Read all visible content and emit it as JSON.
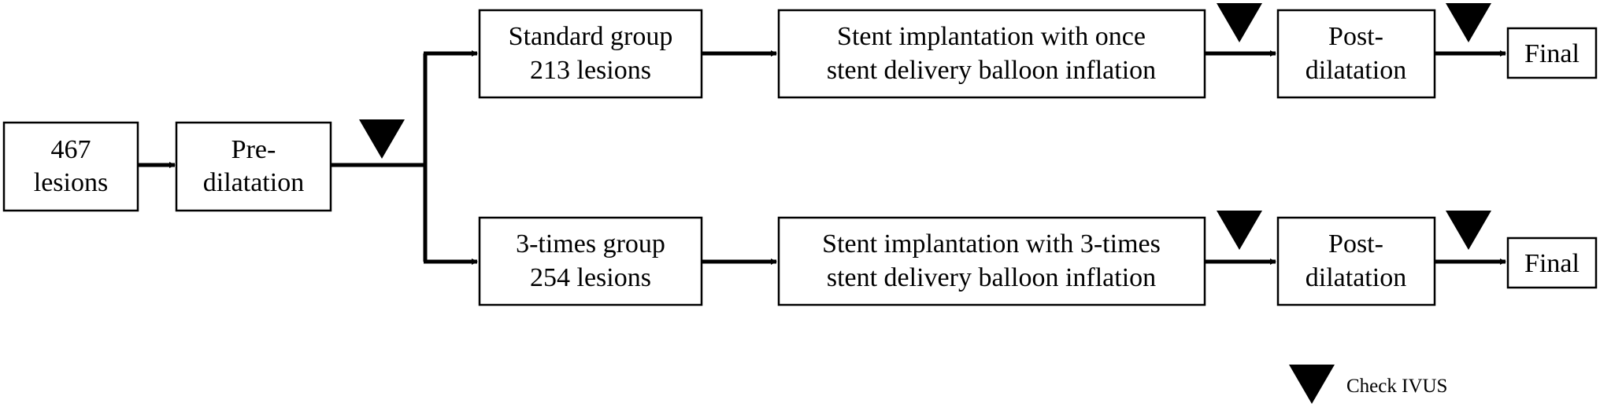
{
  "boxes": {
    "lesions_total": [
      "467",
      "lesions"
    ],
    "predilatation": [
      "Pre-",
      "dilatation"
    ],
    "standard_group": [
      "Standard group",
      "213 lesions"
    ],
    "three_times_group": [
      "3-times group",
      "254 lesions"
    ],
    "stent_once": [
      "Stent implantation with once",
      "stent delivery balloon inflation"
    ],
    "stent_three": [
      "Stent implantation with 3-times",
      "stent delivery balloon inflation"
    ],
    "post_top": [
      "Post-",
      "dilatation"
    ],
    "post_bottom": [
      "Post-",
      "dilatation"
    ],
    "final_top": [
      "Final"
    ],
    "final_bottom": [
      "Final"
    ]
  },
  "legend": {
    "marker_icon": "filled-down-triangle",
    "label": "Check IVUS"
  }
}
